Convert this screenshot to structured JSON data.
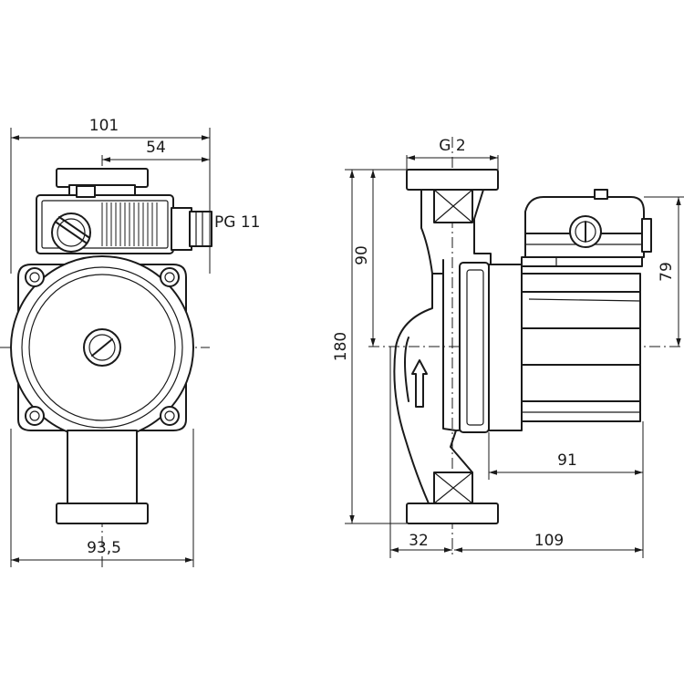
{
  "front_view": {
    "dim_total_width": "101",
    "dim_partial_width": "54",
    "dim_bottom_width": "93,5",
    "cable_gland_label": "PG 11"
  },
  "side_view": {
    "thread_label": "G 2",
    "dim_total_height": "180",
    "dim_upper_height": "90",
    "dim_motor_height": "79",
    "dim_motor_length": "91",
    "dim_flange_offset": "32",
    "dim_overall_length": "109"
  }
}
